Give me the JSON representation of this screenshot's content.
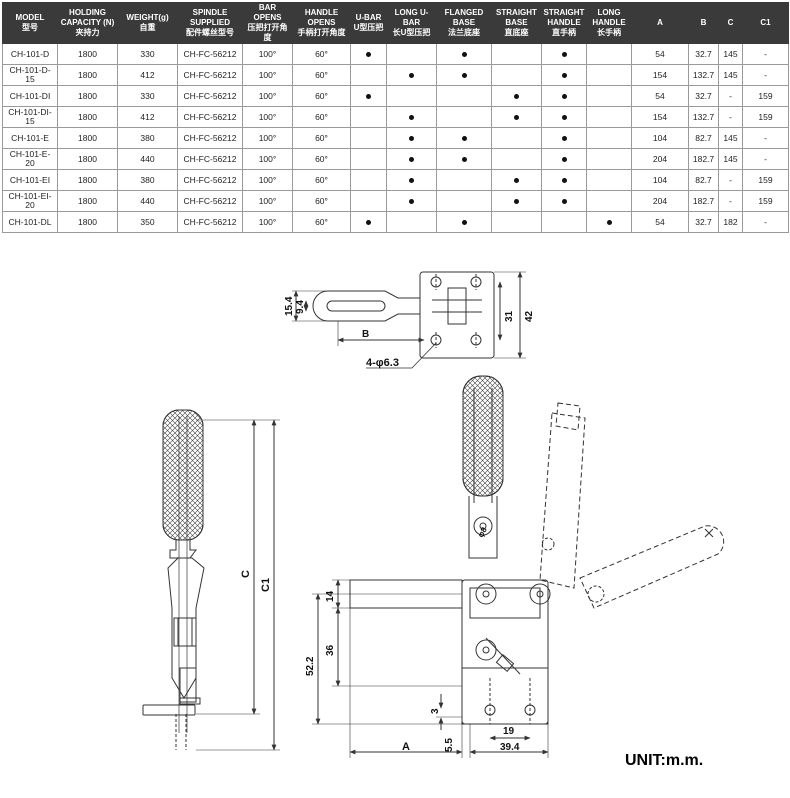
{
  "table": {
    "headers": [
      {
        "en": "MODEL",
        "cn": "型号"
      },
      {
        "en": "HOLDING CAPACITY (N)",
        "cn": "夹持力"
      },
      {
        "en": "WEIGHT(g)",
        "cn": "自重"
      },
      {
        "en": "SPINDLE SUPPLIED",
        "cn": "配件螺丝型号"
      },
      {
        "en": "BAR OPENS",
        "cn": "压把打开角度"
      },
      {
        "en": "HANDLE OPENS",
        "cn": "手柄打开角度"
      },
      {
        "en": "U-BAR",
        "cn": "U型压把"
      },
      {
        "en": "LONG U-BAR",
        "cn": "长U型压把"
      },
      {
        "en": "FLANGED BASE",
        "cn": "法兰底座"
      },
      {
        "en": "STRAIGHT BASE",
        "cn": "直底座"
      },
      {
        "en": "STRAIGHT HANDLE",
        "cn": "直手柄"
      },
      {
        "en": "LONG HANDLE",
        "cn": "长手柄"
      },
      {
        "en": "A",
        "cn": ""
      },
      {
        "en": "B",
        "cn": ""
      },
      {
        "en": "C",
        "cn": ""
      },
      {
        "en": "C1",
        "cn": ""
      }
    ],
    "dot_symbol": "●",
    "rows": [
      {
        "cells": [
          "CH-101-D",
          "1800",
          "330",
          "CH-FC-56212",
          "100°",
          "60°"
        ],
        "flags": [
          true,
          false,
          true,
          false,
          true,
          false
        ],
        "dims": [
          "54",
          "32.7",
          "145",
          "-"
        ]
      },
      {
        "cells": [
          "CH-101-D-15",
          "1800",
          "412",
          "CH-FC-56212",
          "100°",
          "60°"
        ],
        "flags": [
          false,
          true,
          true,
          false,
          true,
          false
        ],
        "dims": [
          "154",
          "132.7",
          "145",
          "-"
        ]
      },
      {
        "cells": [
          "CH-101-DI",
          "1800",
          "330",
          "CH-FC-56212",
          "100°",
          "60°"
        ],
        "flags": [
          true,
          false,
          false,
          true,
          true,
          false
        ],
        "dims": [
          "54",
          "32.7",
          "-",
          "159"
        ]
      },
      {
        "cells": [
          "CH-101-DI-15",
          "1800",
          "412",
          "CH-FC-56212",
          "100°",
          "60°"
        ],
        "flags": [
          false,
          true,
          false,
          true,
          true,
          false
        ],
        "dims": [
          "154",
          "132.7",
          "-",
          "159"
        ]
      },
      {
        "cells": [
          "CH-101-E",
          "1800",
          "380",
          "CH-FC-56212",
          "100°",
          "60°"
        ],
        "flags": [
          false,
          true,
          true,
          false,
          true,
          false
        ],
        "dims": [
          "104",
          "82.7",
          "145",
          "-"
        ]
      },
      {
        "cells": [
          "CH-101-E-20",
          "1800",
          "440",
          "CH-FC-56212",
          "100°",
          "60°"
        ],
        "flags": [
          false,
          true,
          true,
          false,
          true,
          false
        ],
        "dims": [
          "204",
          "182.7",
          "145",
          "-"
        ]
      },
      {
        "cells": [
          "CH-101-EI",
          "1800",
          "380",
          "CH-FC-56212",
          "100°",
          "60°"
        ],
        "flags": [
          false,
          true,
          false,
          true,
          true,
          false
        ],
        "dims": [
          "104",
          "82.7",
          "-",
          "159"
        ]
      },
      {
        "cells": [
          "CH-101-EI-20",
          "1800",
          "440",
          "CH-FC-56212",
          "100°",
          "60°"
        ],
        "flags": [
          false,
          true,
          false,
          true,
          true,
          false
        ],
        "dims": [
          "204",
          "182.7",
          "-",
          "159"
        ]
      },
      {
        "cells": [
          "CH-101-DL",
          "1800",
          "350",
          "CH-FC-56212",
          "100°",
          "60°"
        ],
        "flags": [
          true,
          false,
          true,
          false,
          false,
          true
        ],
        "dims": [
          "54",
          "32.7",
          "182",
          "-"
        ]
      }
    ]
  },
  "drawing": {
    "top_view": {
      "d_15_4": "15.4",
      "d_9_4": "9.4",
      "d_31": "31",
      "d_42": "42",
      "d_b": "B",
      "hole_note": "4-φ6.3"
    },
    "side_view": {
      "d_c": "C",
      "d_c1": "C1"
    },
    "front_view": {
      "d_14": "14",
      "d_36": "36",
      "d_52_2": "52.2",
      "d_3": "3",
      "d_19": "19",
      "d_a": "A",
      "d_5_5": "5.5",
      "d_39_4": "39.4",
      "d_phi8": "φ8"
    }
  },
  "unit_label": "UNIT:m.m."
}
